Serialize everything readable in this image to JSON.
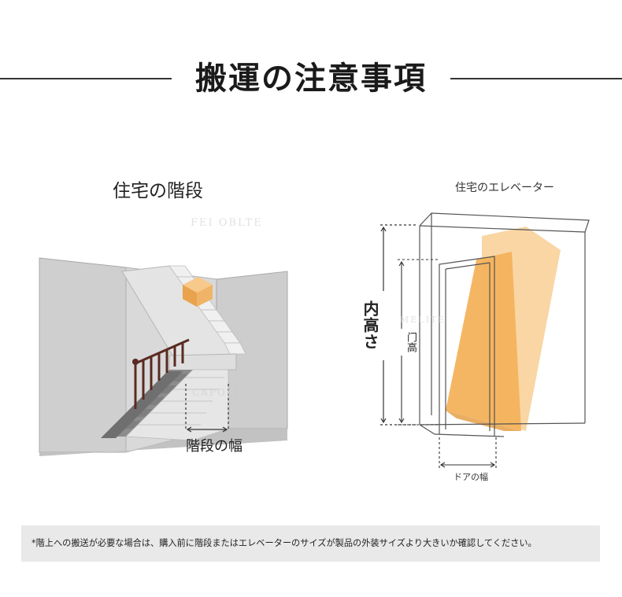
{
  "header": {
    "title": "搬運の注意事項"
  },
  "stairs": {
    "caption": "住宅の階段",
    "width_label": "階段の幅"
  },
  "elevator": {
    "caption": "住宅のエレベーター",
    "inner_height_label": "内高さ",
    "door_height_label": "门高",
    "door_width_label": "ドアの幅"
  },
  "watermarks": {
    "brand_latin_1": "FEI OBLTE",
    "brand_latin_2": "CAPOLITE",
    "brand_latin_3": "MELITE"
  },
  "note": {
    "text": "*階上への搬送が必要な場合は、購入前に階段またはエレベーターのサイズが製品の外装サイズより大きいか確認してください。"
  },
  "colors": {
    "wall": "#cfcfcf",
    "wall_dark": "#b9b9b9",
    "stair_light": "#e6e6e6",
    "railing": "#5a2a22",
    "carpet": "#7a7a7a",
    "box_orange": "#f4b25c",
    "box_orange_light": "#f8cf94",
    "elevator_line": "#555555",
    "note_bg": "#e9e9e9"
  }
}
